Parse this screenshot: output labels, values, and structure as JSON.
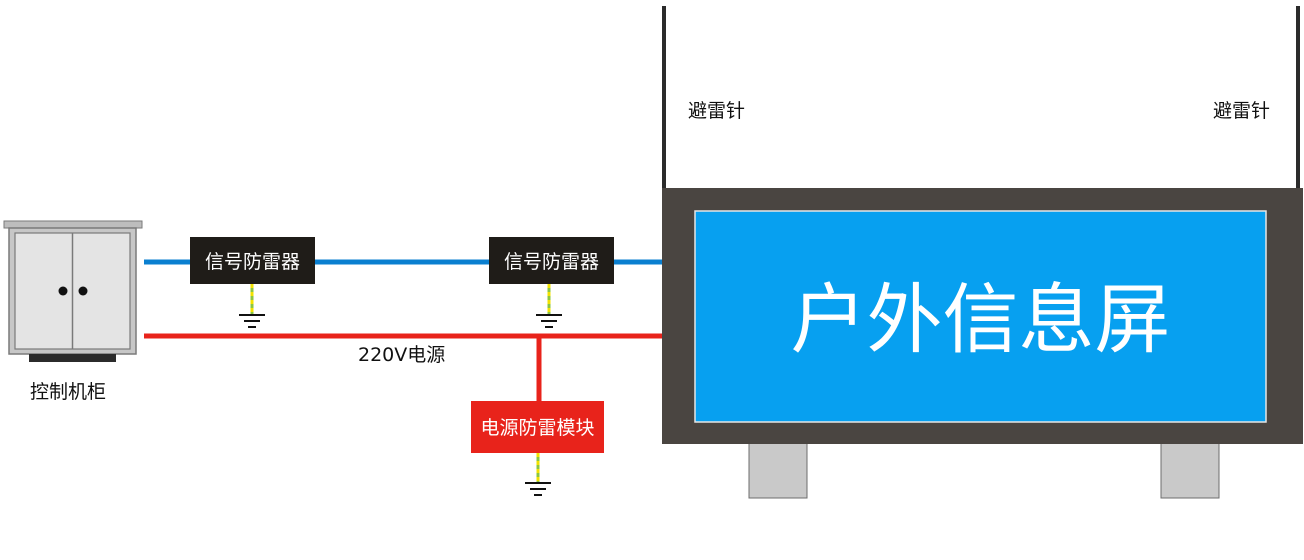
{
  "labels": {
    "cabinet": "控制机柜",
    "signal_protector_1": "信号防雷器",
    "signal_protector_2": "信号防雷器",
    "power_line": "220V电源",
    "power_module": "电源防雷模块",
    "lightning_rod_left": "避雷针",
    "lightning_rod_right": "避雷针",
    "screen": "户外信息屏"
  },
  "colors": {
    "signal_line": "#0a7fd0",
    "power_line": "#e8231b",
    "ground_wire": "#8cc63f",
    "ground_wire_stripe": "#f2e200",
    "protector_box": "#1f1c18",
    "power_module_box": "#e8231b",
    "screen_frame": "#4a4541",
    "screen_panel": "#07a0f0",
    "stand": "#c9c9c9"
  }
}
